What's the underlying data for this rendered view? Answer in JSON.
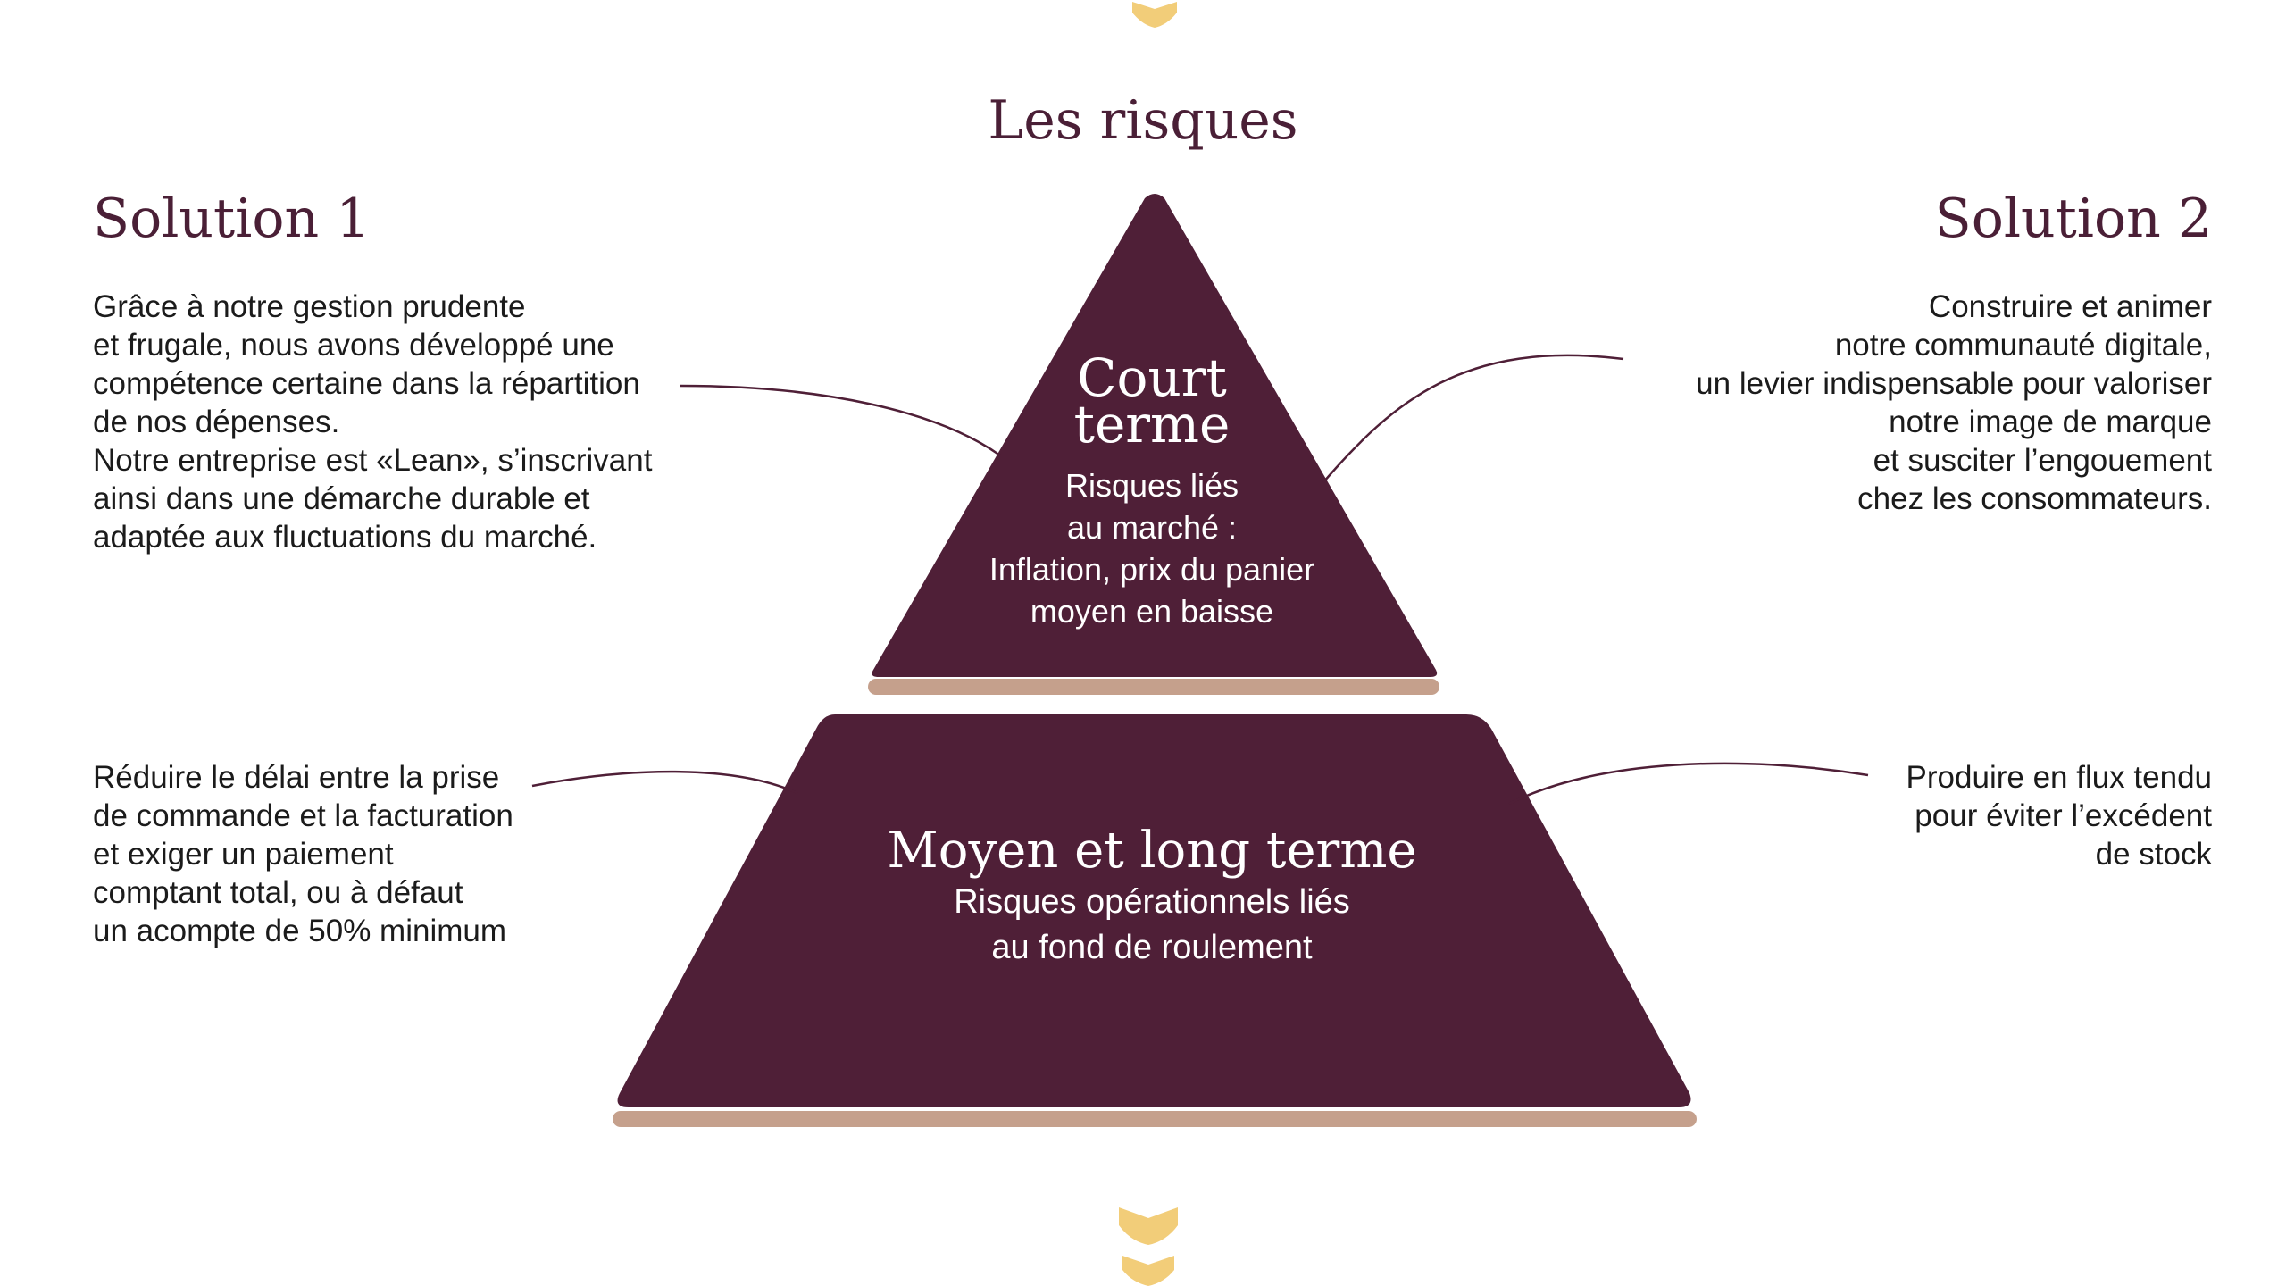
{
  "title": "Les risques",
  "solution1": {
    "heading": "Solution 1",
    "lines": [
      "Grâce à notre gestion prudente",
      "et frugale, nous avons développé une",
      "compétence certaine dans la répartition",
      "de nos dépenses.",
      "Notre entreprise est «Lean», s’inscrivant",
      "ainsi dans une démarche durable et",
      "adaptée aux fluctuations du marché."
    ]
  },
  "solution2": {
    "heading": "Solution 2",
    "lines": [
      "Construire et animer",
      "notre communauté digitale,",
      "un levier indispensable pour valoriser",
      "notre image de marque",
      "et susciter l’engouement",
      "chez les consommateurs."
    ]
  },
  "tier1": {
    "heading_lines": [
      "Court",
      "terme"
    ],
    "desc_lines": [
      "Risques liés",
      "au marché :",
      "Inflation, prix du panier",
      "moyen en baisse"
    ]
  },
  "tier2": {
    "heading": "Moyen et long terme",
    "desc_lines": [
      "Risques opérationnels liés",
      "au fond de roulement"
    ]
  },
  "left_bottom": {
    "lines": [
      "Réduire le délai entre la prise",
      "de commande et la facturation",
      "et exiger un paiement",
      "comptant total, ou à défaut",
      "un acompte de 50% minimum"
    ]
  },
  "right_bottom": {
    "lines": [
      "Produire en flux tendu",
      "pour éviter l’excédent",
      "de stock"
    ]
  },
  "colors": {
    "pyramid": "#4f1f37",
    "base": "#c5a08c",
    "heading": "#4a1f36",
    "ornament": "#f2cd79"
  }
}
